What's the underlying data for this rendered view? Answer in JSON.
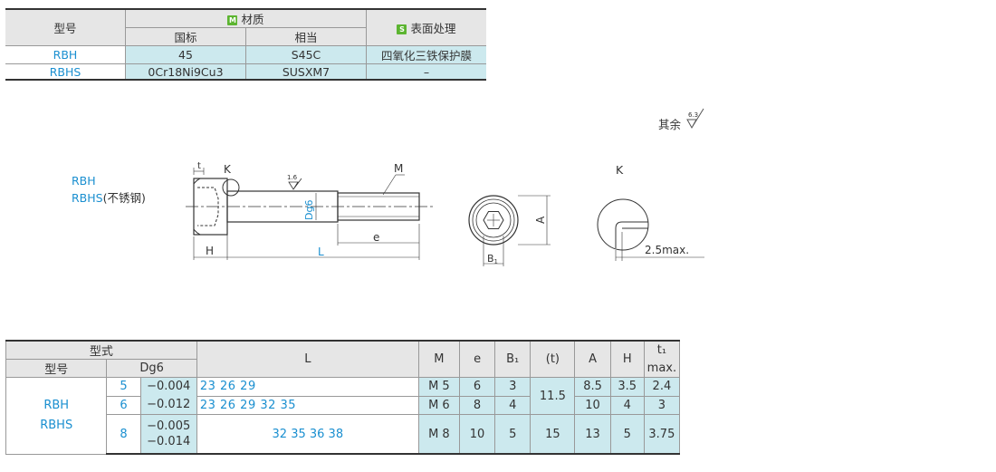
{
  "material_table": {
    "col_model": "型号",
    "col_material": "材质",
    "material_badge": "M",
    "col_standard": "国标",
    "col_equivalent": "相当",
    "col_surface": "表面处理",
    "surface_badge": "S",
    "rows": [
      {
        "model": "RBH",
        "standard": "45",
        "equivalent": "S45C",
        "surface": "四氧化三铁保护膜"
      },
      {
        "model": "RBHS",
        "standard": "0Cr18Ni9Cu3",
        "equivalent": "SUSXM7",
        "surface": "–"
      }
    ]
  },
  "drawing": {
    "roughness_note_prefix": "其余",
    "roughness_value": "6.3",
    "model_label_1": "RBH",
    "model_label_2": "RBHS(不锈钢)",
    "dim_t": "t",
    "dim_K": "K",
    "dim_M": "M",
    "dim_roughness_small": "1.6",
    "dim_Dg6": "Dg6",
    "dim_H": "H",
    "dim_L": "L",
    "dim_e": "e",
    "dim_A": "A",
    "dim_B1": "B1",
    "detail_title": "K",
    "detail_dim": "2.5max."
  },
  "spec_table": {
    "h_type": "型式",
    "h_model": "型号",
    "h_dg6": "Dg6",
    "h_L": "L",
    "h_M": "M",
    "h_e": "e",
    "h_B1": "B₁",
    "h_t": "(t)",
    "h_A": "A",
    "h_H": "H",
    "h_t1": "t₁",
    "h_max": "max.",
    "models": [
      "RBH",
      "RBHS"
    ],
    "rows": [
      {
        "d": "5",
        "tol": "−0.004",
        "L": "23  26  29",
        "M": "M 5",
        "e": "6",
        "B1": "3",
        "A": "8.5",
        "H": "3.5",
        "t1": "2.4"
      },
      {
        "d": "6",
        "tol": "−0.012",
        "L": "23  26  29  32  35",
        "M": "M 6",
        "e": "8",
        "B1": "4",
        "A": "10",
        "H": "4",
        "t1": "3"
      },
      {
        "d": "8",
        "tol_a": "−0.005",
        "tol_b": "−0.014",
        "L": "32  35  36  38",
        "M": "M 8",
        "e": "10",
        "B1": "5",
        "t": "15",
        "A": "13",
        "H": "5",
        "t1": "3.75"
      }
    ],
    "t_shared": "11.5"
  }
}
